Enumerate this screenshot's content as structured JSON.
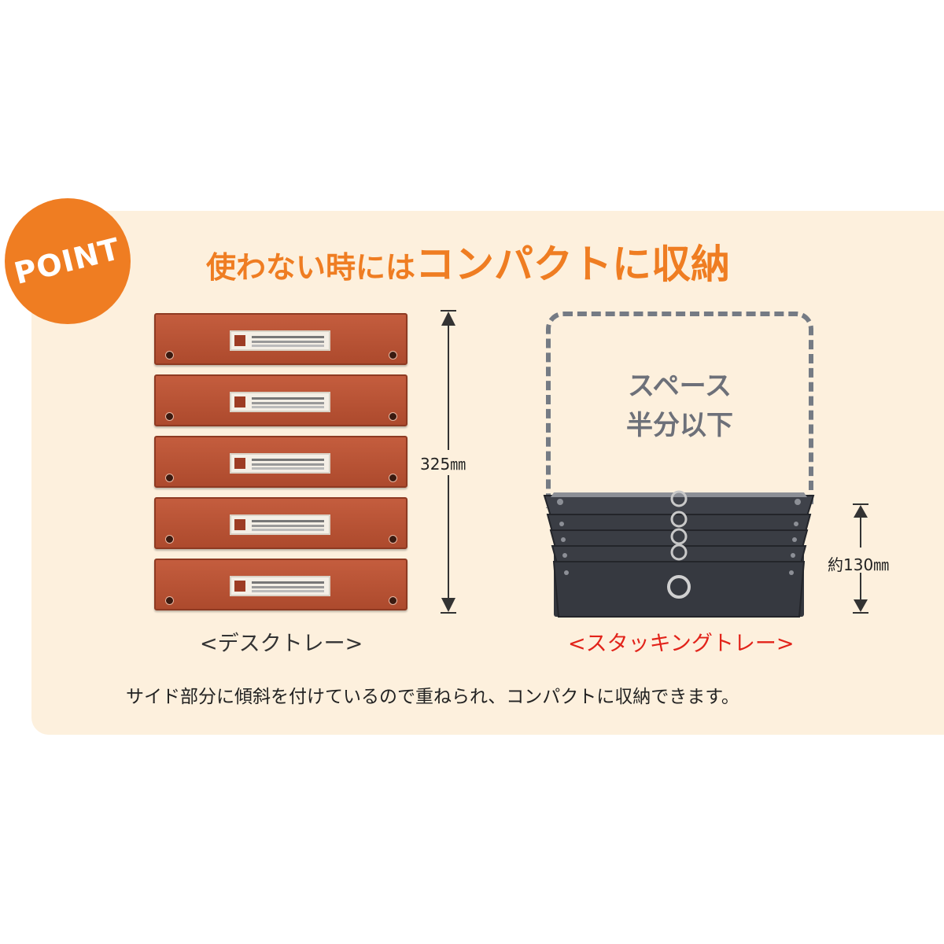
{
  "badge": {
    "text": "POINT"
  },
  "headline": {
    "part1": "使わない時には",
    "part2": "コンパクトに収納"
  },
  "left": {
    "height_label": "325㎜",
    "caption": "<デスクトレー>",
    "tray_count": 5
  },
  "right": {
    "space_line1": "スペース",
    "space_line2": "半分以下",
    "height_label": "約130㎜",
    "caption": "<スタッキングトレー>",
    "tray_count": 5
  },
  "description": "サイド部分に傾斜を付けているので重ねられ、コンパクトに収納できます。",
  "colors": {
    "accent": "#ef7d22",
    "panel": "#fdf0dd",
    "tray_red": "#b9502f",
    "tray_dark": "#3a3d44",
    "caption_red": "#e2231a"
  }
}
